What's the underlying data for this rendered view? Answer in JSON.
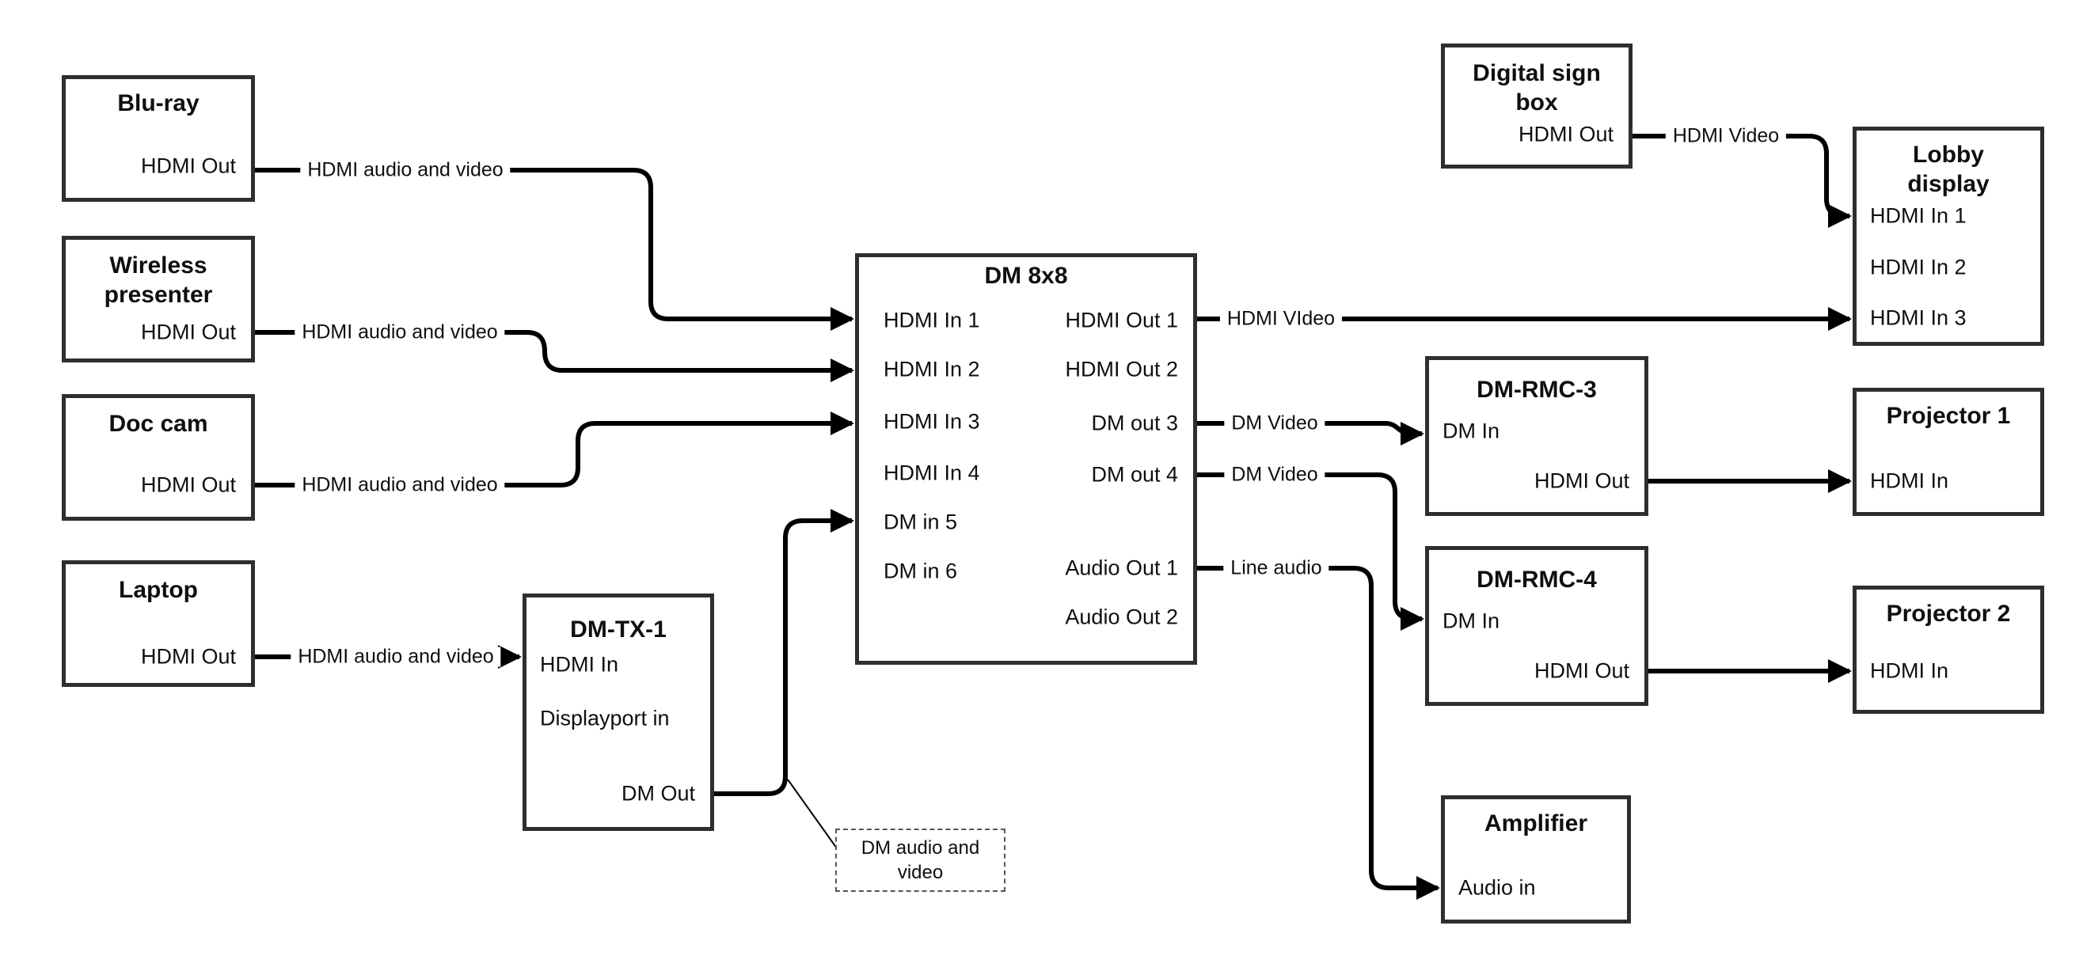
{
  "boxes": [
    {
      "id": "blu-ray",
      "title": "Blu-ray",
      "ports": [
        {
          "id": "hdmi-out",
          "label": "HDMI Out"
        }
      ]
    },
    {
      "id": "wireless-presenter",
      "title": "Wireless\npresenter",
      "ports": [
        {
          "id": "hdmi-out",
          "label": "HDMI Out"
        }
      ]
    },
    {
      "id": "doc-cam",
      "title": "Doc cam",
      "ports": [
        {
          "id": "hdmi-out",
          "label": "HDMI Out"
        }
      ]
    },
    {
      "id": "laptop",
      "title": "Laptop",
      "ports": [
        {
          "id": "hdmi-out",
          "label": "HDMI Out"
        }
      ]
    },
    {
      "id": "dm-tx-1",
      "title": "DM-TX-1",
      "ports": [
        {
          "id": "hdmi-in",
          "label": "HDMI In"
        },
        {
          "id": "displayport-in",
          "label": "Displayport in"
        },
        {
          "id": "dm-out",
          "label": "DM Out"
        }
      ]
    },
    {
      "id": "dm-8x8",
      "title": "DM 8x8",
      "ports": [
        {
          "id": "hdmi-in-1",
          "label": "HDMI In 1"
        },
        {
          "id": "hdmi-in-2",
          "label": "HDMI In 2"
        },
        {
          "id": "hdmi-in-3",
          "label": "HDMI In 3"
        },
        {
          "id": "hdmi-in-4",
          "label": "HDMI In 4"
        },
        {
          "id": "dm-in-5",
          "label": "DM in 5"
        },
        {
          "id": "dm-in-6",
          "label": "DM in 6"
        },
        {
          "id": "hdmi-out-1",
          "label": "HDMI Out 1"
        },
        {
          "id": "hdmi-out-2",
          "label": "HDMI Out 2"
        },
        {
          "id": "dm-out-3",
          "label": "DM out 3"
        },
        {
          "id": "dm-out-4",
          "label": "DM out 4"
        },
        {
          "id": "audio-out-1",
          "label": "Audio Out 1"
        },
        {
          "id": "audio-out-2",
          "label": "Audio Out 2"
        }
      ]
    },
    {
      "id": "digital-sign-box",
      "title": "Digital sign\nbox",
      "ports": [
        {
          "id": "hdmi-out",
          "label": "HDMI Out"
        }
      ]
    },
    {
      "id": "lobby-display",
      "title": "Lobby\ndisplay",
      "ports": [
        {
          "id": "hdmi-in-1",
          "label": "HDMI In 1"
        },
        {
          "id": "hdmi-in-2",
          "label": "HDMI In 2"
        },
        {
          "id": "hdmi-in-3",
          "label": "HDMI In 3"
        }
      ]
    },
    {
      "id": "dm-rmc-3",
      "title": "DM-RMC-3",
      "ports": [
        {
          "id": "dm-in",
          "label": "DM In"
        },
        {
          "id": "hdmi-out",
          "label": "HDMI Out"
        }
      ]
    },
    {
      "id": "projector-1",
      "title": "Projector 1",
      "ports": [
        {
          "id": "hdmi-in",
          "label": "HDMI In"
        }
      ]
    },
    {
      "id": "dm-rmc-4",
      "title": "DM-RMC-4",
      "ports": [
        {
          "id": "dm-in",
          "label": "DM In"
        },
        {
          "id": "hdmi-out",
          "label": "HDMI Out"
        }
      ]
    },
    {
      "id": "projector-2",
      "title": "Projector 2",
      "ports": [
        {
          "id": "hdmi-in",
          "label": "HDMI In"
        }
      ]
    },
    {
      "id": "amplifier",
      "title": "Amplifier",
      "ports": [
        {
          "id": "audio-in",
          "label": "Audio in"
        }
      ]
    }
  ],
  "connections": [
    {
      "id": "c1",
      "from": "blu-ray.hdmi-out",
      "to": "dm-8x8.hdmi-in-1",
      "label": "HDMI audio and video"
    },
    {
      "id": "c2",
      "from": "wireless-presenter.hdmi-out",
      "to": "dm-8x8.hdmi-in-2",
      "label": "HDMI audio and video"
    },
    {
      "id": "c3",
      "from": "doc-cam.hdmi-out",
      "to": "dm-8x8.hdmi-in-3",
      "label": "HDMI audio and video"
    },
    {
      "id": "c4",
      "from": "laptop.hdmi-out",
      "to": "dm-tx-1.hdmi-in",
      "label": "HDMI audio and video"
    },
    {
      "id": "c5",
      "from": "dm-tx-1.dm-out",
      "to": "dm-8x8.dm-in-5",
      "label": ""
    },
    {
      "id": "c6",
      "from": "dm-8x8.hdmi-out-1",
      "to": "lobby-display.hdmi-in-3",
      "label": "HDMI VIdeo"
    },
    {
      "id": "c7",
      "from": "dm-8x8.dm-out-3",
      "to": "dm-rmc-3.dm-in",
      "label": "DM Video"
    },
    {
      "id": "c8",
      "from": "dm-8x8.dm-out-4",
      "to": "dm-rmc-4.dm-in",
      "label": "DM Video"
    },
    {
      "id": "c9",
      "from": "dm-8x8.audio-out-1",
      "to": "amplifier.audio-in",
      "label": "Line audio"
    },
    {
      "id": "c10",
      "from": "digital-sign-box.hdmi-out",
      "to": "lobby-display.hdmi-in-1",
      "label": "HDMI Video"
    },
    {
      "id": "c11",
      "from": "dm-rmc-3.hdmi-out",
      "to": "projector-1.hdmi-in",
      "label": ""
    },
    {
      "id": "c12",
      "from": "dm-rmc-4.hdmi-out",
      "to": "projector-2.hdmi-in",
      "label": ""
    }
  ],
  "note": {
    "text": "DM audio and\nvideo",
    "attached_to": "c5"
  },
  "colors": {
    "line": "#000000",
    "box_border": "#2e2e2e",
    "text": "#0f0f0f",
    "background": "#ffffff"
  }
}
